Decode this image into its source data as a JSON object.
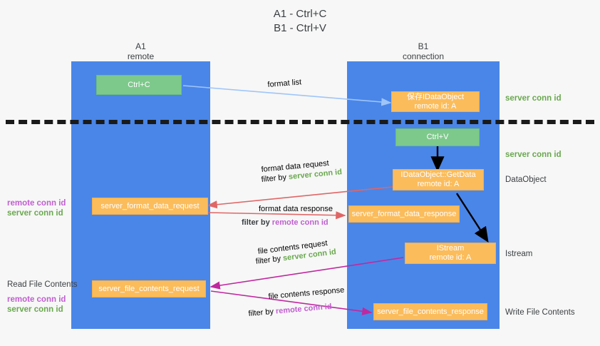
{
  "title": {
    "line1": "A1 - Ctrl+C",
    "line2": "B1 - Ctrl+V"
  },
  "columns": [
    {
      "name": "A1",
      "role": "remote"
    },
    {
      "name": "B1",
      "role": "connection"
    }
  ],
  "boxes": {
    "ctrl_c": "Ctrl+C",
    "ctrl_v": "Ctrl+V",
    "idataobject": {
      "line1": "保存IDataObject",
      "line2": "remote id: A"
    },
    "getdata": {
      "line1": "IDataObject::GetData",
      "line2": "remote id: A"
    },
    "istream": {
      "line1": "IStream",
      "line2": "remote id: A"
    },
    "server_format_data_request": "server_format_data_request",
    "server_format_data_response": "server_format_data_response",
    "server_file_contents_request": "server_file_contents_request",
    "server_file_contents_response": "server_file_contents_response"
  },
  "right_labels": {
    "server_conn_id_top": "server conn id",
    "server_conn_id_mid": "server conn id",
    "dataobject": "DataObject",
    "istream": "Istream",
    "write_file_contents": "Write File Contents"
  },
  "left_labels": {
    "remote_conn_id_1": "remote conn id",
    "server_conn_id_1": "server conn id",
    "read_file_contents": "Read File Contents",
    "remote_conn_id_2": "remote conn id",
    "server_conn_id_2": "server conn id"
  },
  "arrows": {
    "format_list": "format list",
    "format_data_request": "format data request",
    "format_data_request_filter_prefix": "filter by ",
    "format_data_request_filter_key": "server conn id",
    "format_data_response": "format data response",
    "format_data_response_filter_prefix": "filter by ",
    "format_data_response_filter_key": "remote conn id",
    "file_contents_request": "file contents request",
    "file_contents_request_filter_prefix": "filter by ",
    "file_contents_request_filter_key": "server conn id",
    "file_contents_response": "file contents response",
    "file_contents_response_filter_prefix": "filter by ",
    "file_contents_response_filter_key": "remote conn id"
  },
  "colors": {
    "lane": "#4a86e8",
    "green_box": "#7dc98b",
    "orange_box": "#fbbc5c",
    "server_conn_id": "#6aa84f",
    "remote_conn_id": "#c05fd0",
    "arrow_light_blue": "#9fc5f8",
    "arrow_red": "#e06666",
    "arrow_magenta": "#c0289f",
    "arrow_black": "#000000",
    "separator": "#1a1a1a",
    "background": "#f7f7f7"
  }
}
